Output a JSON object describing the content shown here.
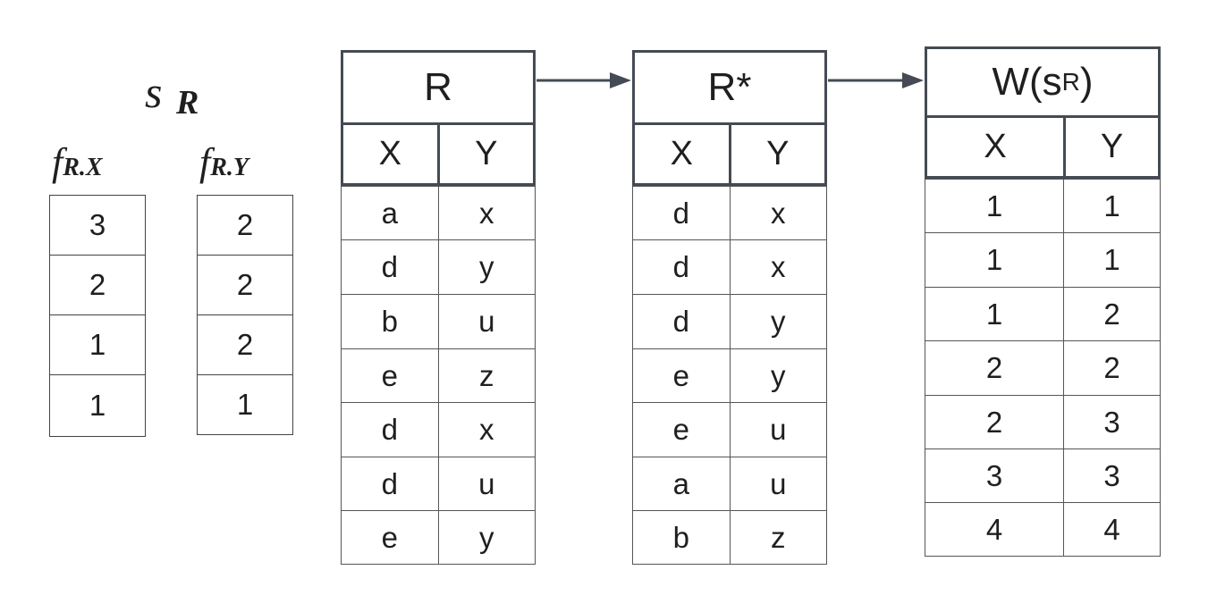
{
  "diagram": {
    "s_label": {
      "main": "s",
      "sub": "R"
    },
    "freq_tables": [
      {
        "label_main": "f",
        "label_sub": "R.X",
        "values": [
          "3",
          "2",
          "1",
          "1"
        ]
      },
      {
        "label_main": "f",
        "label_sub": "R.Y",
        "values": [
          "2",
          "2",
          "2",
          "1"
        ]
      }
    ],
    "tables": [
      {
        "title": "R",
        "headers": [
          "X",
          "Y"
        ],
        "rows": [
          [
            "a",
            "x"
          ],
          [
            "d",
            "y"
          ],
          [
            "b",
            "u"
          ],
          [
            "e",
            "z"
          ],
          [
            "d",
            "x"
          ],
          [
            "d",
            "u"
          ],
          [
            "e",
            "y"
          ]
        ]
      },
      {
        "title": "R*",
        "headers": [
          "X",
          "Y"
        ],
        "rows": [
          [
            "d",
            "x"
          ],
          [
            "d",
            "x"
          ],
          [
            "d",
            "y"
          ],
          [
            "e",
            "y"
          ],
          [
            "e",
            "u"
          ],
          [
            "a",
            "u"
          ],
          [
            "b",
            "z"
          ]
        ]
      },
      {
        "title_main": "W(s",
        "title_sub": "R",
        "title_end": ")",
        "headers": [
          "X",
          "Y"
        ],
        "rows": [
          [
            "1",
            "1"
          ],
          [
            "1",
            "1"
          ],
          [
            "1",
            "2"
          ],
          [
            "2",
            "2"
          ],
          [
            "2",
            "3"
          ],
          [
            "3",
            "3"
          ],
          [
            "4",
            "4"
          ]
        ]
      }
    ],
    "arrow_color": "#454b54"
  }
}
